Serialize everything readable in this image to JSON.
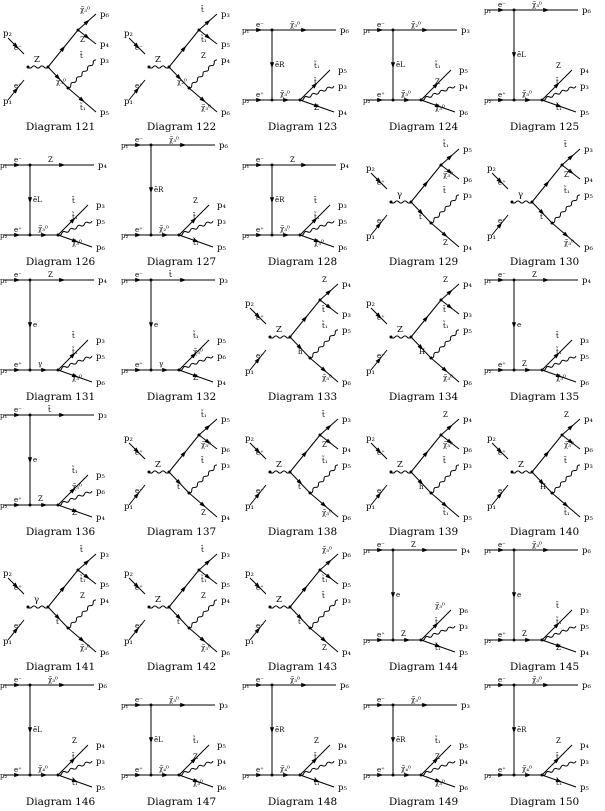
{
  "diagrams": [
    {
      "caption": "Diagram 121",
      "kind": "sch",
      "left": [
        [
          "p₂",
          "p2"
        ],
        [
          "p₁",
          "p1"
        ]
      ],
      "mid": "Z",
      "lu": "e⁻",
      "ld": "e⁺",
      "right": [
        [
          "p₆",
          "χ̃₃⁰"
        ],
        [
          "p₄",
          "Z"
        ],
        [
          "p₃",
          "t̄"
        ],
        [
          "p₅",
          "t̃₁"
        ]
      ],
      "sub": "χ̃₃⁰"
    },
    {
      "caption": "Diagram 122",
      "kind": "sch",
      "left": [
        [
          "p₂",
          "p2"
        ],
        [
          "p₁",
          "p1"
        ]
      ],
      "mid": "Z",
      "lu": "e⁻",
      "ld": "e⁺",
      "right": [
        [
          "p₃",
          "t̄"
        ],
        [
          "p₅",
          "t̃₁"
        ],
        [
          "p₄",
          "Z"
        ],
        [
          "p₆",
          "χ̃₃⁰"
        ]
      ],
      "sub": "χ̃₂⁰"
    },
    {
      "caption": "Diagram 123",
      "kind": "tch",
      "left": [
        [
          "p₁",
          "e⁻"
        ],
        [
          "p₂",
          "e⁺"
        ]
      ],
      "mid": "ẽ_R",
      "right": [
        [
          "p₆",
          "χ̃₃⁰"
        ],
        [
          "p₅",
          "t̃₁"
        ],
        [
          "p₃",
          "t̄"
        ],
        [
          "p₄",
          "Z"
        ],
        [
          "p₆",
          "χ̃₃⁰"
        ]
      ],
      "sub": "χ̃₃⁰"
    },
    {
      "caption": "Diagram 124",
      "kind": "tch",
      "left": [
        [
          "p₁",
          "e⁻"
        ],
        [
          "p₂",
          "e⁺"
        ]
      ],
      "mid": "ẽ_L",
      "right": [
        [
          "p₃",
          "χ̃₂⁰"
        ],
        [
          "p₅",
          "t̃₁"
        ],
        [
          "p₄",
          "Z"
        ],
        [
          "p₆",
          "χ̃₃⁰"
        ]
      ],
      "sub": "χ̃₃⁰"
    },
    {
      "caption": "Diagram 125",
      "kind": "tch2",
      "left": [
        [
          "p₁",
          "e⁻"
        ],
        [
          "p₂",
          "e⁺"
        ]
      ],
      "mid": "ẽ_L",
      "right": [
        [
          "p₆",
          "χ̃₃⁰"
        ],
        [
          "p₄",
          "Z"
        ],
        [
          "p₃",
          "t̄"
        ],
        [
          "p₅",
          "t̃₁"
        ]
      ],
      "sub": "χ̃₃⁰"
    },
    {
      "caption": "Diagram 126",
      "kind": "tch",
      "left": [
        [
          "p₁",
          "e⁻"
        ],
        [
          "p₂",
          "e⁺"
        ]
      ],
      "mid": "ẽ_L",
      "right": [
        [
          "p₄",
          "Z"
        ],
        [
          "p₃",
          "t̄"
        ],
        [
          "p₅",
          "t̃₁"
        ],
        [
          "p₆",
          "χ̃₃⁰"
        ]
      ],
      "sub": "χ̃₃⁰"
    },
    {
      "caption": "Diagram 127",
      "kind": "tch2",
      "left": [
        [
          "p₁",
          "e⁻"
        ],
        [
          "p₂",
          "e⁺"
        ]
      ],
      "mid": "ẽ_R",
      "right": [
        [
          "p₆",
          "χ̃₃⁰"
        ],
        [
          "p₄",
          "Z"
        ],
        [
          "p₃",
          "t̄"
        ],
        [
          "p₅",
          "t̃₁"
        ]
      ],
      "sub": "χ̃₂⁰"
    },
    {
      "caption": "Diagram 128",
      "kind": "tch",
      "left": [
        [
          "p₁",
          "e⁻"
        ],
        [
          "p₂",
          "e⁺"
        ]
      ],
      "mid": "ẽ_R",
      "right": [
        [
          "p₄",
          "Z"
        ],
        [
          "p₃",
          "t̄"
        ],
        [
          "p₅",
          "t̃₁"
        ],
        [
          "p₆",
          "χ̃₃⁰"
        ]
      ],
      "sub": "χ̃₃⁰"
    },
    {
      "caption": "Diagram 129",
      "kind": "sch",
      "left": [
        [
          "p₂",
          "p2"
        ],
        [
          "p₁",
          "p1"
        ]
      ],
      "mid": "γ",
      "lu": "e⁺",
      "ld": "e⁻",
      "right": [
        [
          "p₅",
          "t̃₁"
        ],
        [
          "p₆",
          "χ̃₃⁰"
        ],
        [
          "p₃",
          "t̄"
        ],
        [
          "p₄",
          "Z"
        ]
      ],
      "sub": "t"
    },
    {
      "caption": "Diagram 130",
      "kind": "sch",
      "left": [
        [
          "p₂",
          "p2"
        ],
        [
          "p₁",
          "p1"
        ]
      ],
      "mid": "γ",
      "lu": "e⁺",
      "ld": "e⁻",
      "right": [
        [
          "p₃",
          "t̄"
        ],
        [
          "p₄",
          "Z"
        ],
        [
          "p₅",
          "t̃₁"
        ],
        [
          "p₆",
          "χ̃₃⁰"
        ]
      ],
      "sub": "t"
    },
    {
      "caption": "Diagram 131",
      "kind": "tch2",
      "left": [
        [
          "p₁",
          "e⁻"
        ],
        [
          "p₂",
          "e⁺"
        ]
      ],
      "mid": "e",
      "right": [
        [
          "p₄",
          "Z"
        ],
        [
          "p₃",
          "t̄"
        ],
        [
          "p₅",
          "t̃₁"
        ],
        [
          "p₆",
          "χ̃₃⁰"
        ]
      ],
      "sub": "γ"
    },
    {
      "caption": "Diagram 132",
      "kind": "tch2",
      "left": [
        [
          "p₁",
          "e⁻"
        ],
        [
          "p₂",
          "e⁺"
        ]
      ],
      "mid": "e",
      "right": [
        [
          "p₃",
          "t̄"
        ],
        [
          "p₅",
          "t̃₁"
        ],
        [
          "p₆",
          "χ̃₃⁰"
        ],
        [
          "p₄",
          "Z"
        ]
      ],
      "sub": "γ"
    },
    {
      "caption": "Diagram 133",
      "kind": "sch",
      "left": [
        [
          "p₂",
          "p2"
        ],
        [
          "p₁",
          "p1"
        ]
      ],
      "mid": "Z",
      "lu": "e⁺",
      "ld": "e⁻",
      "right": [
        [
          "p₄",
          "Z"
        ],
        [
          "p₃",
          "t̄"
        ],
        [
          "p₅",
          "t̃₁"
        ],
        [
          "p₆",
          "χ̃₃⁰"
        ]
      ],
      "sub": "h"
    },
    {
      "caption": "Diagram 134",
      "kind": "sch",
      "left": [
        [
          "p₂",
          "p2"
        ],
        [
          "p₁",
          "p1"
        ]
      ],
      "mid": "Z",
      "lu": "e⁺",
      "ld": "e⁻",
      "right": [
        [
          "p₄",
          "Z"
        ],
        [
          "p₃",
          "t̄"
        ],
        [
          "p₅",
          "t̃₁"
        ],
        [
          "p₆",
          "χ̃₃⁰"
        ]
      ],
      "sub": "H"
    },
    {
      "caption": "Diagram 135",
      "kind": "tch2",
      "left": [
        [
          "p₁",
          "e⁻"
        ],
        [
          "p₂",
          "e⁺"
        ]
      ],
      "mid": "e",
      "right": [
        [
          "p₄",
          "Z"
        ],
        [
          "p₃",
          "t̄"
        ],
        [
          "p₅",
          "t̃₁"
        ],
        [
          "p₆",
          "χ̃₃⁰"
        ]
      ],
      "sub": "Z"
    },
    {
      "caption": "Diagram 136",
      "kind": "tch2",
      "left": [
        [
          "p₁",
          "e⁻"
        ],
        [
          "p₂",
          "e⁺"
        ]
      ],
      "mid": "e",
      "right": [
        [
          "p₃",
          "t̄"
        ],
        [
          "p₅",
          "t̃₁"
        ],
        [
          "p₆",
          "χ̃₃⁰"
        ],
        [
          "p₄",
          "Z"
        ]
      ],
      "sub": "Z"
    },
    {
      "caption": "Diagram 137",
      "kind": "sch",
      "left": [
        [
          "p₂",
          "p2"
        ],
        [
          "p₁",
          "p1"
        ]
      ],
      "mid": "Z",
      "lu": "e⁺",
      "ld": "e⁻",
      "right": [
        [
          "p₅",
          "t̃₁"
        ],
        [
          "p₆",
          "χ̃₃⁰"
        ],
        [
          "p₃",
          "t̄"
        ],
        [
          "p₄",
          "Z"
        ]
      ],
      "sub": "t"
    },
    {
      "caption": "Diagram 138",
      "kind": "sch",
      "left": [
        [
          "p₂",
          "p2"
        ],
        [
          "p₁",
          "p1"
        ]
      ],
      "mid": "Z",
      "lu": "e⁺",
      "ld": "e⁻",
      "right": [
        [
          "p₃",
          "t̄"
        ],
        [
          "p₄",
          "Z"
        ],
        [
          "p₅",
          "t̃₁"
        ],
        [
          "p₆",
          "χ̃₃⁰"
        ]
      ],
      "sub": "t"
    },
    {
      "caption": "Diagram 139",
      "kind": "sch",
      "left": [
        [
          "p₂",
          "p2"
        ],
        [
          "p₁",
          "p1"
        ]
      ],
      "mid": "Z",
      "lu": "e⁺",
      "ld": "e⁻",
      "right": [
        [
          "p₄",
          "Z"
        ],
        [
          "p₆",
          "χ̃₃⁰"
        ],
        [
          "p₃",
          "t̄"
        ],
        [
          "p₅",
          "t̃₁"
        ]
      ],
      "sub": "h"
    },
    {
      "caption": "Diagram 140",
      "kind": "sch",
      "left": [
        [
          "p₂",
          "p2"
        ],
        [
          "p₁",
          "p1"
        ]
      ],
      "mid": "Z",
      "lu": "e⁺",
      "ld": "e⁻",
      "right": [
        [
          "p₄",
          "Z"
        ],
        [
          "p₆",
          "χ̃₃⁰"
        ],
        [
          "p₃",
          "t̄"
        ],
        [
          "p₅",
          "t̃₁"
        ]
      ],
      "sub": "H"
    },
    {
      "caption": "Diagram 141",
      "kind": "sch",
      "left": [
        [
          "p₂",
          "p2"
        ],
        [
          "p₁",
          "p1"
        ]
      ],
      "mid": "γ",
      "lu": "e⁺",
      "ld": "e⁻",
      "right": [
        [
          "p₃",
          "t̄"
        ],
        [
          "p₅",
          "t̃₁"
        ],
        [
          "p₄",
          "Z"
        ],
        [
          "p₆",
          "χ̃₃⁰"
        ]
      ],
      "sub": "t"
    },
    {
      "caption": "Diagram 142",
      "kind": "sch",
      "left": [
        [
          "p₂",
          "p2"
        ],
        [
          "p₁",
          "p1"
        ]
      ],
      "mid": "Z",
      "lu": "e⁺",
      "ld": "e⁻",
      "right": [
        [
          "p₃",
          "t̄"
        ],
        [
          "p₅",
          "t̃₁"
        ],
        [
          "p₄",
          "Z"
        ],
        [
          "p₆",
          "χ̃₃⁰"
        ]
      ],
      "sub": "t"
    },
    {
      "caption": "Diagram 143",
      "kind": "sch",
      "left": [
        [
          "p₂",
          "p2"
        ],
        [
          "p₁",
          "p1"
        ]
      ],
      "mid": "Z",
      "lu": "e⁺",
      "ld": "e⁻",
      "right": [
        [
          "p₆",
          "χ̃₃⁰"
        ],
        [
          "p₅",
          "t̃₁"
        ],
        [
          "p₃",
          "t̄"
        ],
        [
          "p₄",
          "Z"
        ]
      ],
      "sub": "t"
    },
    {
      "caption": "Diagram 144",
      "kind": "tch2",
      "left": [
        [
          "p₁",
          "e⁻"
        ],
        [
          "p₂",
          "e⁺"
        ]
      ],
      "mid": "e",
      "right": [
        [
          "p₄",
          "Z"
        ],
        [
          "p₆",
          "χ̃₃⁰"
        ],
        [
          "p₃",
          "t̄"
        ],
        [
          "p₅",
          "t̃₁"
        ]
      ],
      "sub": "Z"
    },
    {
      "caption": "Diagram 145",
      "kind": "tch2",
      "left": [
        [
          "p₁",
          "e⁻"
        ],
        [
          "p₂",
          "e⁺"
        ]
      ],
      "mid": "e",
      "right": [
        [
          "p₆",
          "χ̃₃⁰"
        ],
        [
          "p₃",
          "t̄"
        ],
        [
          "p₅",
          "t̃₁"
        ],
        [
          "p₄",
          "Z"
        ]
      ],
      "sub": "Z"
    },
    {
      "caption": "Diagram 146",
      "kind": "tch2",
      "left": [
        [
          "p₁",
          "e⁻"
        ],
        [
          "p₂",
          "e⁺"
        ]
      ],
      "mid": "ẽ_L",
      "right": [
        [
          "p₆",
          "χ̃₃⁰"
        ],
        [
          "p₄",
          "Z"
        ],
        [
          "p₃",
          "t̄"
        ],
        [
          "p₅",
          "t̃₁"
        ]
      ],
      "sub": "χ̃₄⁰"
    },
    {
      "caption": "Diagram 147",
      "kind": "tch",
      "left": [
        [
          "p₁",
          "e⁻"
        ],
        [
          "p₂",
          "e⁺"
        ]
      ],
      "mid": "ẽ_L",
      "right": [
        [
          "p₃",
          "χ̃₃⁰"
        ],
        [
          "p₅",
          "t̃₁"
        ],
        [
          "p₄",
          "Z"
        ],
        [
          "p₆",
          "χ̃₃⁰"
        ]
      ],
      "sub": "χ̃₄⁰"
    },
    {
      "caption": "Diagram 148",
      "kind": "tch2",
      "left": [
        [
          "p₁",
          "e⁻"
        ],
        [
          "p₂",
          "e⁺"
        ]
      ],
      "mid": "ẽ_R",
      "right": [
        [
          "p₆",
          "χ̃₃⁰"
        ],
        [
          "p₄",
          "Z"
        ],
        [
          "p₃",
          "t̄"
        ],
        [
          "p₅",
          "t̃₁"
        ]
      ],
      "sub": "χ̃₄⁰"
    },
    {
      "caption": "Diagram 149",
      "kind": "tch",
      "left": [
        [
          "p₁",
          "e⁻"
        ],
        [
          "p₂",
          "e⁺"
        ]
      ],
      "mid": "ẽ_R",
      "right": [
        [
          "p₃",
          "χ̃₃⁰"
        ],
        [
          "p₅",
          "t̃₁"
        ],
        [
          "p₄",
          "Z"
        ],
        [
          "p₆",
          "χ̃₃⁰"
        ]
      ],
      "sub": "χ̃₄⁰"
    },
    {
      "caption": "Diagram 150",
      "kind": "tch2",
      "left": [
        [
          "p₁",
          "e⁻"
        ],
        [
          "p₂",
          "e⁺"
        ]
      ],
      "mid": "ẽ_R",
      "right": [
        [
          "p₆",
          "χ̃₃⁰"
        ],
        [
          "p₄",
          "Z"
        ],
        [
          "p₃",
          "t̄"
        ],
        [
          "p₅",
          "t̃₁"
        ]
      ],
      "sub": "χ̃₄⁰"
    }
  ]
}
